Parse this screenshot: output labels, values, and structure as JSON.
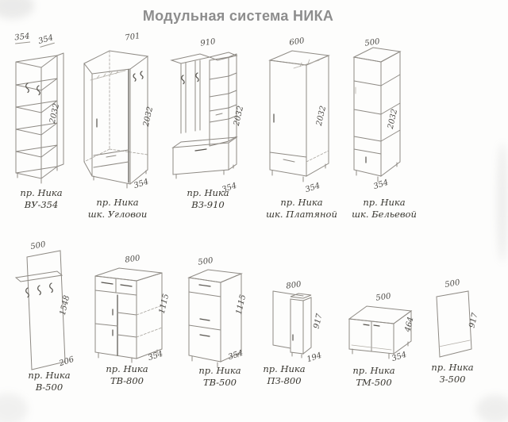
{
  "title": "Модульная система НИКА",
  "top_row": [
    {
      "brand": "пр. Ника",
      "model": "ВУ-354",
      "width": "354",
      "width2": "354",
      "height": "2032"
    },
    {
      "brand": "пр. Ника",
      "model": "шк. Угловои",
      "width": "701",
      "height": "2032",
      "depth": "354"
    },
    {
      "brand": "пр. Ника",
      "model": "ВЗ-910",
      "width": "910",
      "height": "2032",
      "depth": "354"
    },
    {
      "brand": "пр. Ника",
      "model": "шк. Платяной",
      "width": "600",
      "height": "2032",
      "depth": "354"
    },
    {
      "brand": "пр. Ника",
      "model": "шк. Бельевой",
      "width": "500",
      "height": "2032",
      "depth": "354"
    }
  ],
  "bottom_row": [
    {
      "brand": "пр. Ника",
      "model": "В-500",
      "width": "500",
      "height": "1548",
      "depth": "206"
    },
    {
      "brand": "пр. Ника",
      "model": "ТВ-800",
      "width": "800",
      "height": "1115",
      "depth": "354"
    },
    {
      "brand": "пр. Ника",
      "model": "ТВ-500",
      "width": "500",
      "height": "1115",
      "depth": "354"
    },
    {
      "brand": "пр. Ника",
      "model": "ПЗ-800",
      "width": "800",
      "height": "917",
      "depth": "194"
    },
    {
      "brand": "пр. Ника",
      "model": "ТМ-500",
      "width": "500",
      "height": "464",
      "depth": "354"
    },
    {
      "brand": "пр. Ника",
      "model": "З-500",
      "width": "500",
      "height": "917"
    }
  ]
}
